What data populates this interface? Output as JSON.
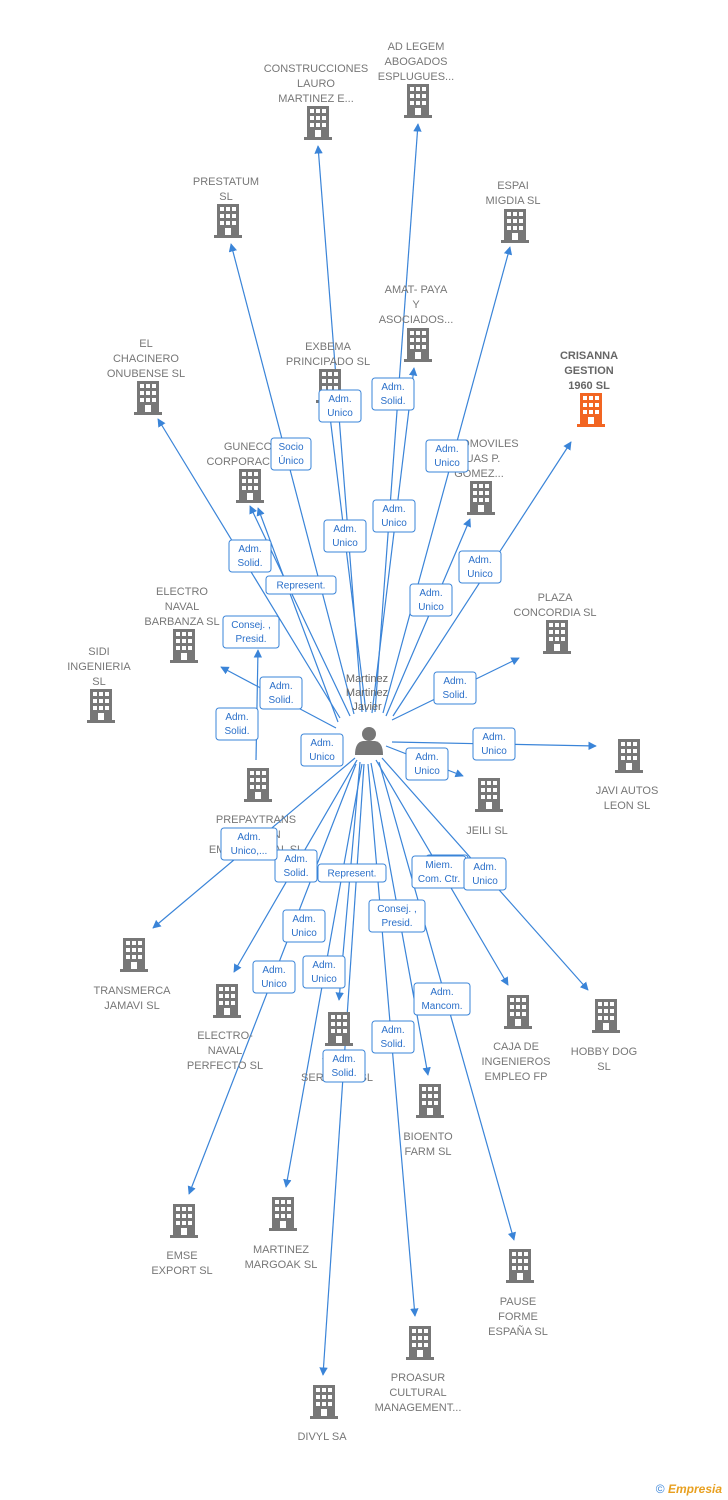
{
  "center": {
    "name_lines": [
      "Martinez",
      "Martinez",
      "Javier"
    ],
    "icon": "person-icon"
  },
  "colors": {
    "edge": "#3a84d8",
    "building": "#777777",
    "highlight": "#f26522",
    "role_text": "#2a6fc9"
  },
  "nodes": [
    {
      "id": "construcciones",
      "lines": [
        "CONSTRUCCIONES",
        "LAURO",
        "MARTINEZ E..."
      ]
    },
    {
      "id": "ad-legem",
      "lines": [
        "AD LEGEM",
        "ABOGADOS",
        "ESPLUGUES..."
      ]
    },
    {
      "id": "prestatum",
      "lines": [
        "PRESTATUM",
        "SL"
      ]
    },
    {
      "id": "espai-migdia",
      "lines": [
        "ESPAI",
        "MIGDIA  SL"
      ]
    },
    {
      "id": "amat-paya",
      "lines": [
        "AMAT- PAYA",
        "Y",
        "ASOCIADOS..."
      ]
    },
    {
      "id": "el-chacinero",
      "lines": [
        "EL",
        "CHACINERO",
        "ONUBENSE  SL"
      ]
    },
    {
      "id": "exbema",
      "lines": [
        "EXBEMA",
        "PRINCIPADO SL"
      ]
    },
    {
      "id": "crisanna",
      "lines": [
        "CRISANNA",
        "GESTION",
        "1960  SL"
      ],
      "highlight": true
    },
    {
      "id": "guneco",
      "lines": [
        "GUNECO",
        "CORPORACION"
      ]
    },
    {
      "id": "automoviles",
      "lines": [
        "AUTOMOVILES",
        "RUAS P.",
        "GOMEZ..."
      ]
    },
    {
      "id": "electro-naval-barbanza",
      "lines": [
        "ELECTRO",
        "NAVAL",
        "BARBANZA SL"
      ]
    },
    {
      "id": "plaza-concordia",
      "lines": [
        "PLAZA",
        "CONCORDIA SL"
      ]
    },
    {
      "id": "sidi",
      "lines": [
        "SIDI",
        "INGENIERIA",
        "SL"
      ]
    },
    {
      "id": "prepaytrans",
      "lines": [
        "PREPAYTRANS",
        "GESTION",
        "EMPRESARIAL SL"
      ]
    },
    {
      "id": "jeili",
      "lines": [
        "JEILI  SL"
      ]
    },
    {
      "id": "javi-autos",
      "lines": [
        "JAVI AUTOS",
        "LEON SL"
      ]
    },
    {
      "id": "transmerca",
      "lines": [
        "TRANSMERCA",
        "JAMAVI  SL"
      ]
    },
    {
      "id": "electro-naval-perfecto",
      "lines": [
        "ELECTRO-",
        "NAVAL",
        "PERFECTO  SL"
      ]
    },
    {
      "id": "yolo",
      "lines": [
        "YOLO",
        "SERVICES  SL"
      ]
    },
    {
      "id": "caja-ingenieros",
      "lines": [
        "CAJA DE",
        "INGENIEROS",
        "EMPLEO FP"
      ]
    },
    {
      "id": "hobby-dog",
      "lines": [
        "HOBBY DOG",
        "SL"
      ]
    },
    {
      "id": "bioento",
      "lines": [
        "BIOENTO",
        "FARM  SL"
      ]
    },
    {
      "id": "emse",
      "lines": [
        "EMSE",
        "EXPORT SL"
      ]
    },
    {
      "id": "martinez-margoak",
      "lines": [
        "MARTINEZ",
        "MARGOAK SL"
      ]
    },
    {
      "id": "pause-forme",
      "lines": [
        "PAUSE",
        "FORME",
        "ESPAÑA SL"
      ]
    },
    {
      "id": "proasur",
      "lines": [
        "PROASUR",
        "CULTURAL",
        "MANAGEMENT..."
      ]
    },
    {
      "id": "divyl",
      "lines": [
        "DIVYL SA"
      ]
    }
  ],
  "roles": [
    [
      "Adm.",
      "Unico"
    ],
    [
      "Adm.",
      "Solid."
    ],
    [
      "Socio",
      "Único"
    ],
    [
      "Adm.",
      "Unico"
    ],
    [
      "Adm.",
      "Unico"
    ],
    [
      "Adm.",
      "Unico"
    ],
    [
      "Adm.",
      "Unico"
    ],
    [
      "Adm.",
      "Solid."
    ],
    [
      "Represent."
    ],
    [
      "Consej. ,",
      "Presid."
    ],
    [
      "Adm.",
      "Unico"
    ],
    [
      "Adm.",
      "Unico"
    ],
    [
      "Adm.",
      "Solid."
    ],
    [
      "Adm.",
      "Solid."
    ],
    [
      "Adm.",
      "Solid."
    ],
    [
      "Adm.",
      "Unico"
    ],
    [
      "Adm.",
      "Unico"
    ],
    [
      "Adm.",
      "Solid."
    ],
    [
      "Adm.",
      "Unico,..."
    ],
    [
      "Adm.",
      "Solid."
    ],
    [
      "Represent."
    ],
    [
      "Miem.",
      "Com. Ctr."
    ],
    [
      "Adm.",
      "Unico"
    ],
    [
      "Consej. ,",
      "Presid."
    ],
    [
      "Adm.",
      "Unico"
    ],
    [
      "Adm.",
      "Unico"
    ],
    [
      "Adm.",
      "Unico"
    ],
    [
      "Adm.",
      "Mancom."
    ],
    [
      "Adm.",
      "Solid."
    ],
    [
      "Adm.",
      "Solid."
    ]
  ],
  "footer": {
    "copyright": "©",
    "brand": "Empresia"
  }
}
